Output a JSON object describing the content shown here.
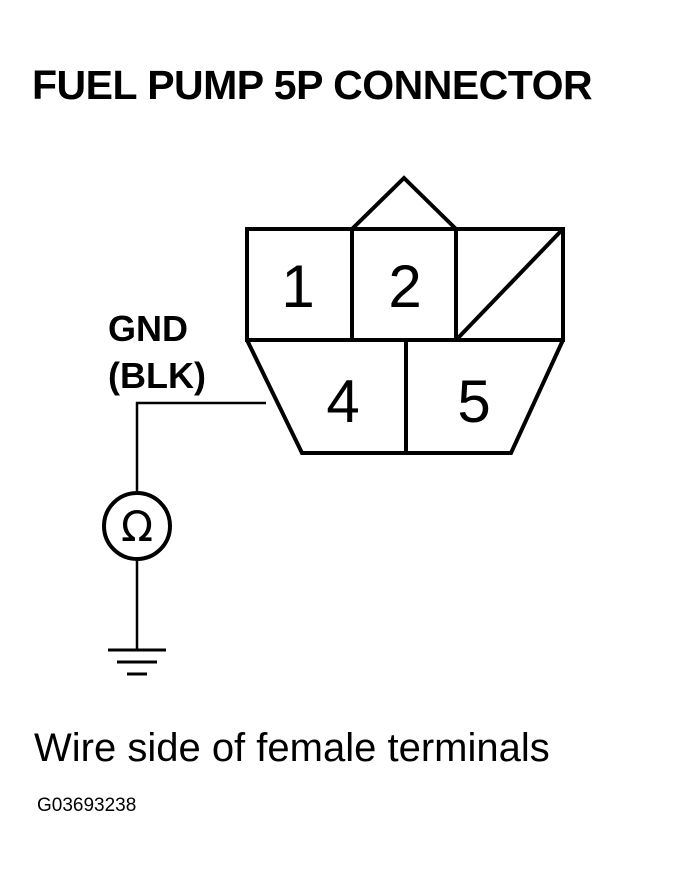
{
  "title": "FUEL PUMP 5P CONNECTOR",
  "connector": {
    "terminals": [
      {
        "number": "1"
      },
      {
        "number": "2"
      },
      {
        "number": "4"
      },
      {
        "number": "5"
      }
    ]
  },
  "wire_label": {
    "line1": "GND",
    "line2": "(BLK)"
  },
  "meter": {
    "symbol": "Ω"
  },
  "caption": "Wire side of female terminals",
  "figure_id": "G03693238"
}
